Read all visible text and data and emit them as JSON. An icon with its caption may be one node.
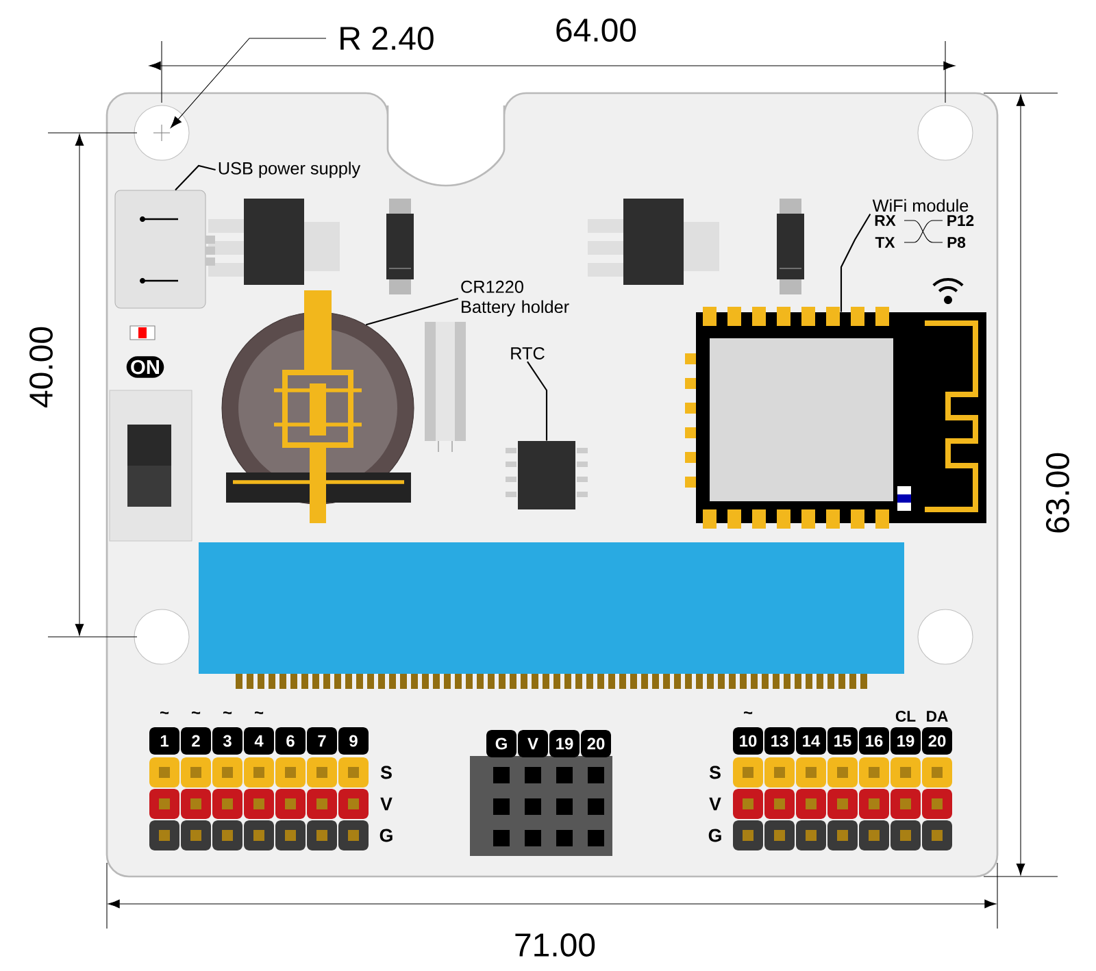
{
  "diagram": {
    "nodes": [
      {
        "text": [
          "USB power supply"
        ]
      },
      {
        "text": [],
        "shape": "box"
      },
      {
        "text": [
          "CR1220 Battery holder"
        ]
      },
      {
        "text": [],
        "shape": "circle"
      },
      {
        "text": [
          "RTC"
        ]
      },
      {
        "text": [],
        "shape": "box"
      },
      {
        "text": [
          "WiFi module"
        ]
      },
      {
        "text": [],
        "shape": "box"
      }
    ],
    "edges": [
      {
        "from": 0,
        "to": 1,
        "arrow": "none"
      },
      {
        "from": 2,
        "to": 3,
        "arrow": "none"
      },
      {
        "from": 4,
        "to": 5,
        "arrow": "none"
      },
      {
        "from": 6,
        "to": 7,
        "arrow": "none"
      }
    ],
    "labels": [
      "R 2.40",
      "64.00",
      "RX",
      "TX",
      "P12",
      "P8",
      "ON",
      "40.00",
      "63.00",
      "~",
      "~",
      "~",
      "~",
      "~",
      "CL",
      "DA",
      "1",
      "2",
      "3",
      "4",
      "6",
      "7",
      "9",
      "G",
      "V",
      "19",
      "20",
      "10",
      "13",
      "14",
      "15",
      "16",
      "19",
      "20",
      "S",
      "S",
      "V",
      "V",
      "G",
      "G",
      "71.00"
    ]
  }
}
